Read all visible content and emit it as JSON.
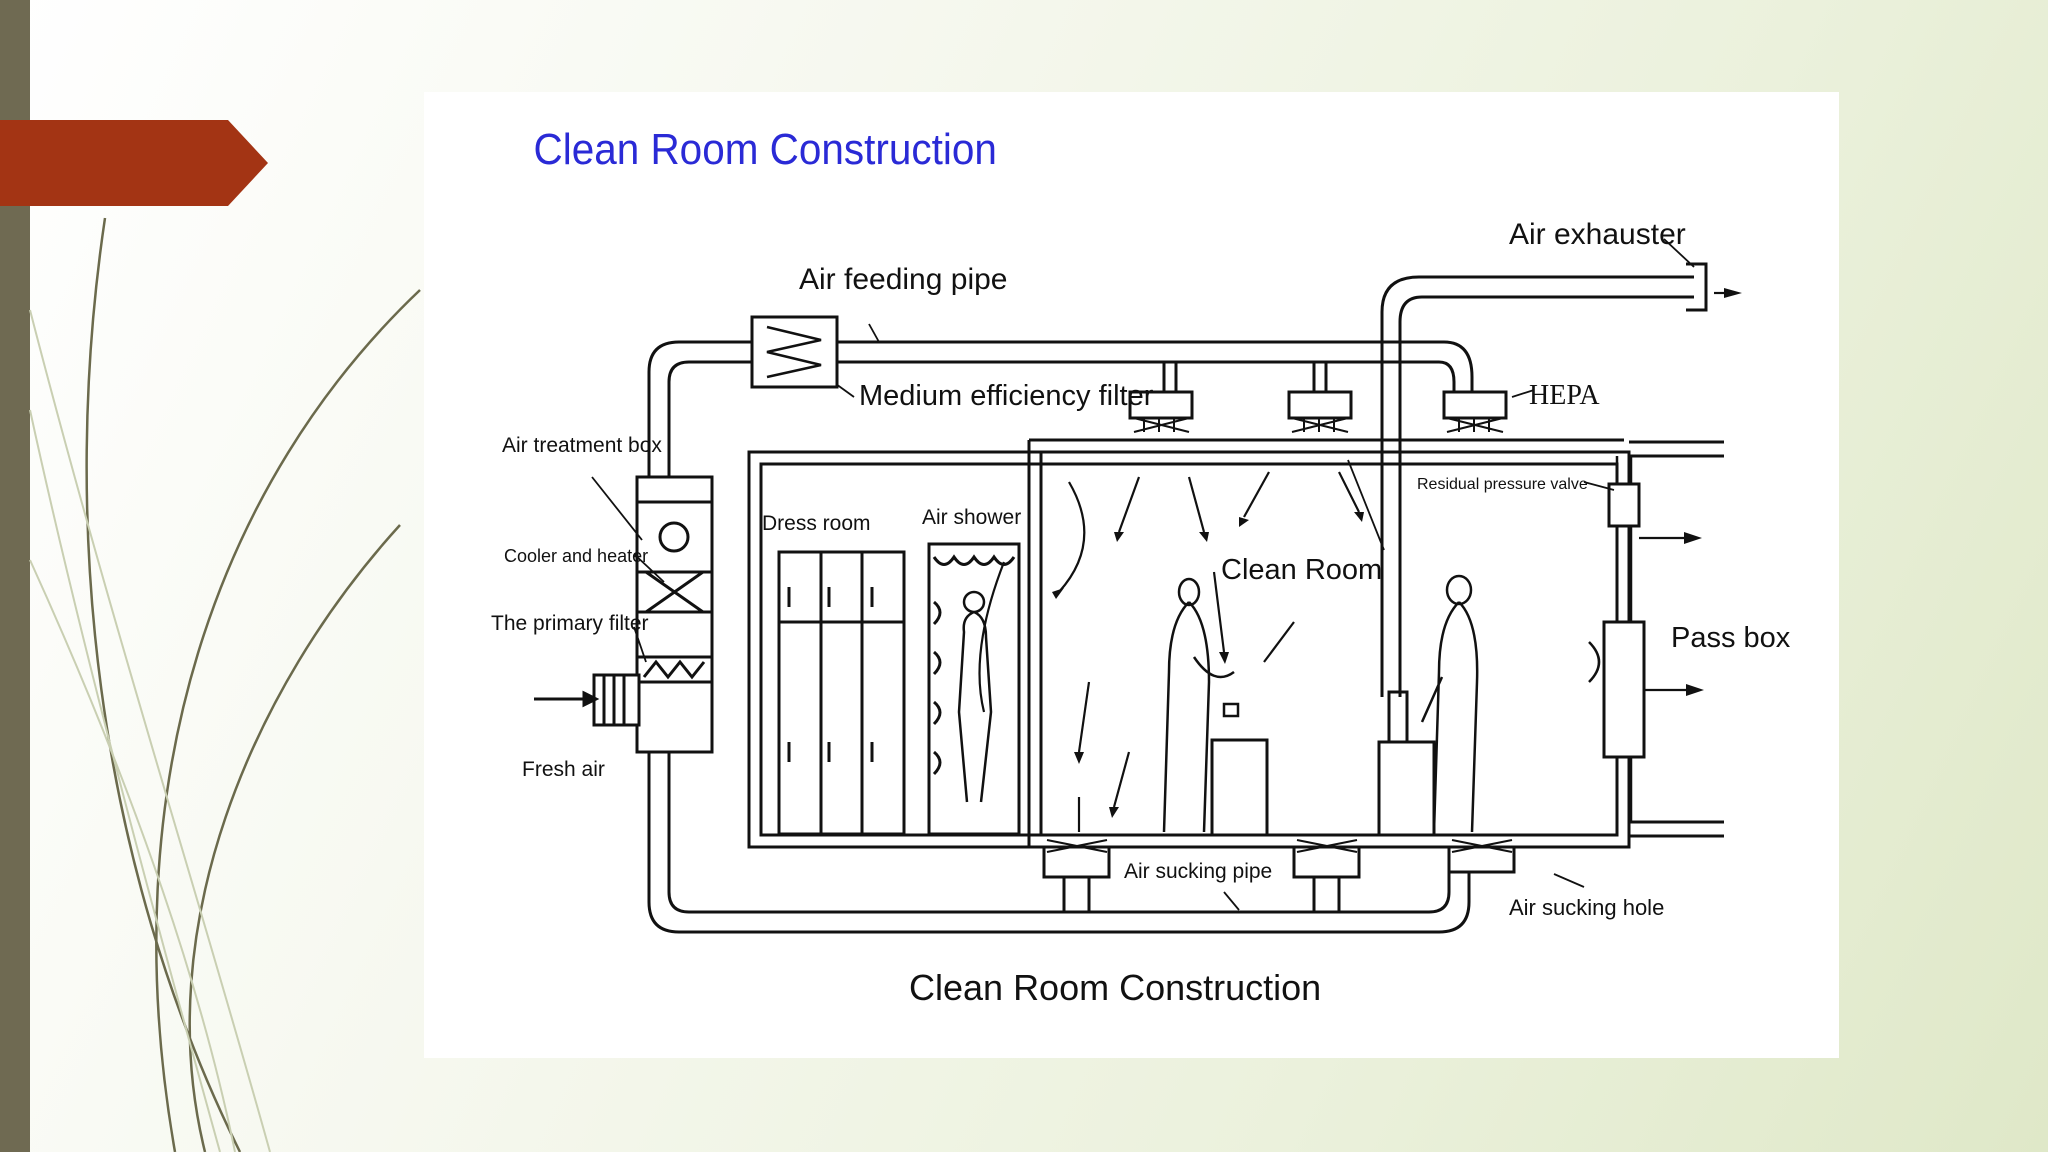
{
  "diagram": {
    "title": "Clean Room Construction",
    "caption": "Clean Room Construction",
    "labels": {
      "air_exhauster": "Air exhauster",
      "air_feeding_pipe": "Air feeding pipe",
      "medium_efficiency_filter": "Medium efficiency filter",
      "hepa": "HEPA",
      "air_treatment_box": "Air treatment box",
      "cooler_and_heater": "Cooler and heater",
      "primary_filter": "The primary filter",
      "fresh_air": "Fresh air",
      "dress_room": "Dress room",
      "air_shower": "Air shower",
      "clean_room": "Clean Room",
      "residual_pressure_valve": "Residual pressure valve",
      "pass_box": "Pass box",
      "air_sucking_pipe": "Air sucking pipe",
      "air_sucking_hole": "Air sucking hole"
    }
  },
  "colors": {
    "title_blue": "#2a2ad6",
    "accent_arrow": "#a33414",
    "left_bar": "#6f6a52"
  }
}
